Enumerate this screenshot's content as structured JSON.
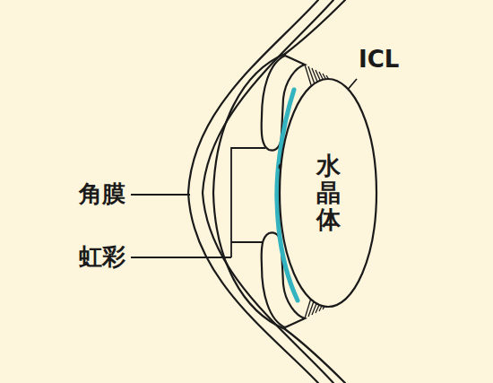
{
  "diagram": {
    "nodes": [
      {
        "text": [
          "水晶体"
        ]
      }
    ],
    "labels": [
      "ICL",
      "角膜",
      "虹彩"
    ]
  }
}
